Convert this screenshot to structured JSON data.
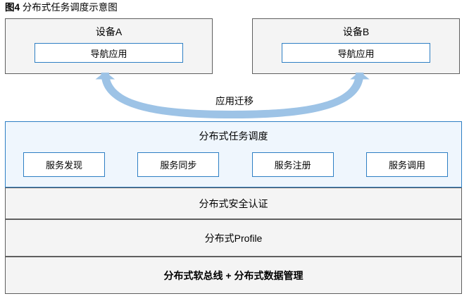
{
  "figure": {
    "caption_number": "图4",
    "caption_text": " 分布式任务调度示意图"
  },
  "devices": [
    {
      "id": "device-a",
      "title": "设备A",
      "app_label": "导航应用"
    },
    {
      "id": "device-b",
      "title": "设备B",
      "app_label": "导航应用"
    }
  ],
  "migration": {
    "label": "应用迁移",
    "arrow_name": "double-headed-curved-arrow",
    "arrow_color": "#9dc3e6"
  },
  "stack": {
    "scheduling_layer": {
      "title": "分布式任务调度",
      "services": [
        {
          "label": "服务发现"
        },
        {
          "label": "服务同步"
        },
        {
          "label": "服务注册"
        },
        {
          "label": "服务调用"
        }
      ]
    },
    "layers": [
      {
        "id": "layer-security",
        "label": "分布式安全认证"
      },
      {
        "id": "layer-profile",
        "label": "分布式Profile"
      },
      {
        "id": "layer-softbus",
        "label": "分布式软总线 + 分布式数据管理"
      }
    ]
  },
  "colors": {
    "accent_blue": "#2e7fc4",
    "light_blue_fill": "#eff6fd",
    "arrow_blue": "#9dc3e6",
    "gray_fill": "#f4f4f4",
    "gray_border": "#5f5f5f",
    "page_background": "#ffffff"
  }
}
